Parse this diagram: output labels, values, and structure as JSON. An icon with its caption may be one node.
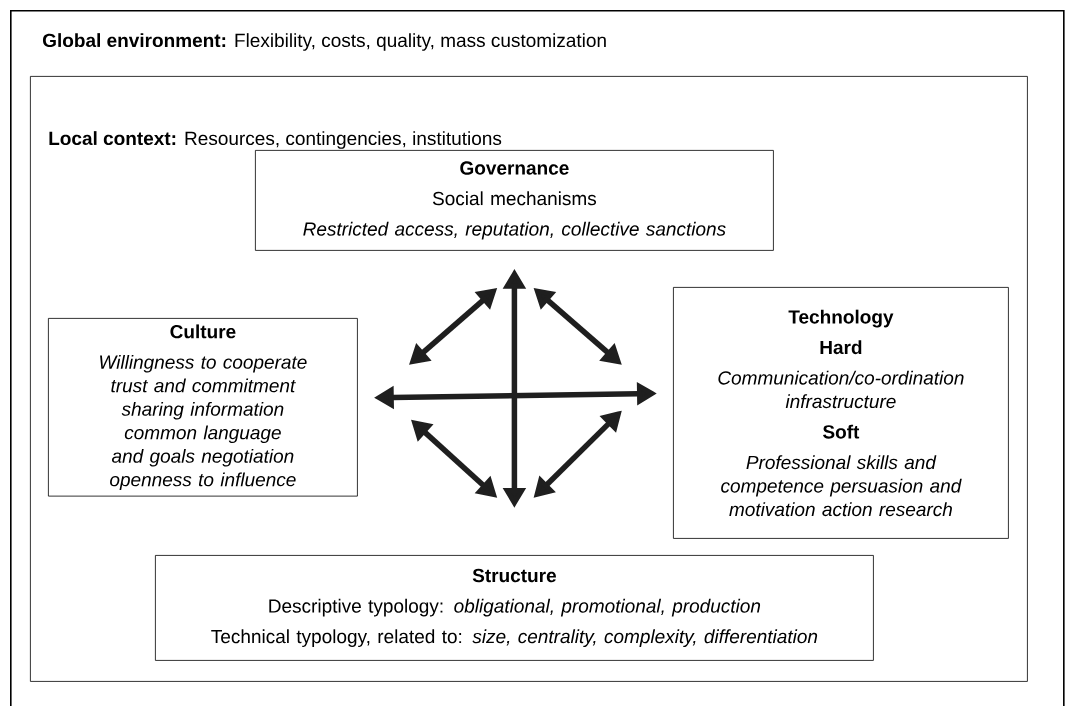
{
  "diagram": {
    "nodes": [
      {
        "text": [
          "**Global environment:** Flexibility, costs, quality, mass customization"
        ]
      },
      {
        "text": [
          "**Local context:** Resources, contingencies, institutions"
        ],
        "in": 0
      },
      {
        "text": [
          "Governance",
          "Social mechanisms",
          "Restricted access, reputation, collective sanctions"
        ],
        "in": 1
      },
      {
        "text": [
          "Culture",
          "Willingness to cooperate trust and commitment sharing information common language and goals negotiation openness to influence"
        ],
        "in": 1
      },
      {
        "text": [
          "Technology",
          "Hard",
          "Communication/co-ordination infrastructure",
          "Soft",
          "Professional skills and competence persuasion and motivation action research"
        ],
        "in": 1
      },
      {
        "text": [
          "Structure",
          "Descriptive typology: *obligational, promotional, production*",
          "Technical typology, related to: *size, centrality, complexity, differentiation*"
        ],
        "in": 1
      }
    ],
    "edges": [
      {
        "from": 2,
        "to": 5,
        "arrow": "both"
      },
      {
        "from": 3,
        "to": 4,
        "arrow": "both"
      },
      {
        "from": 3,
        "to": 2,
        "arrow": "both"
      },
      {
        "from": 2,
        "to": 4,
        "arrow": "both"
      },
      {
        "from": 3,
        "to": 5,
        "arrow": "both"
      },
      {
        "from": 4,
        "to": 5,
        "arrow": "both"
      }
    ]
  }
}
